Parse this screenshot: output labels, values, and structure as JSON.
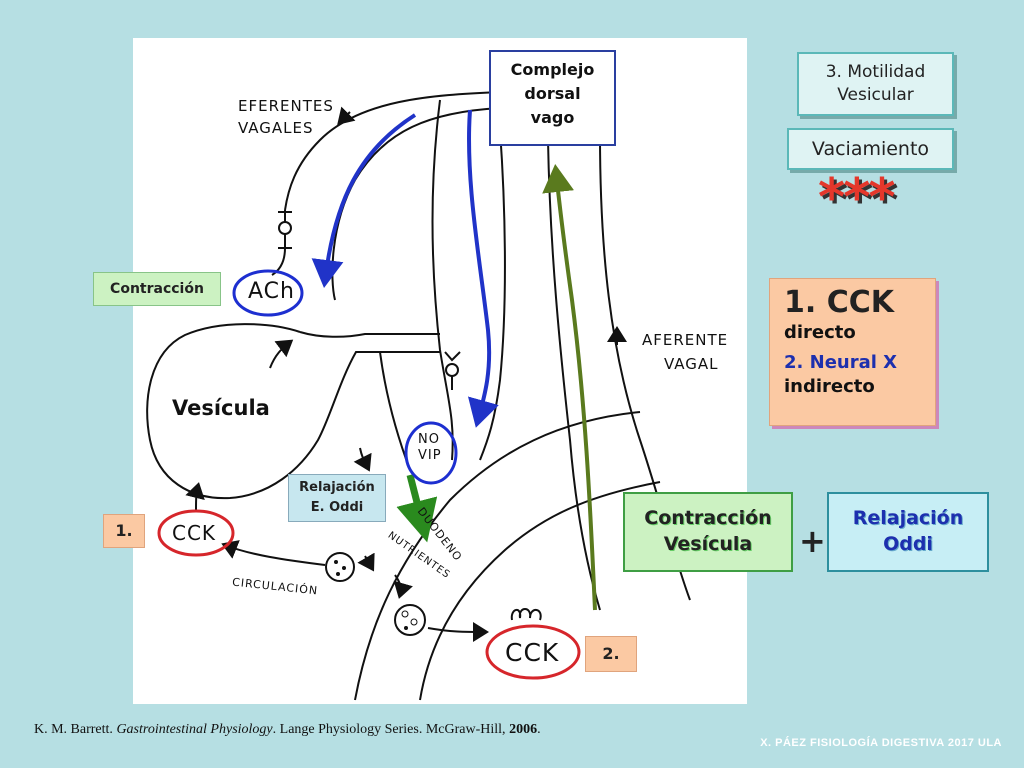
{
  "boxes": {
    "complejo": [
      "Complejo",
      "dorsal",
      "vago"
    ],
    "motilidad": [
      "3. Motilidad",
      "Vesicular"
    ],
    "vaciamiento": "Vaciamiento",
    "stars": "***",
    "cck_box": {
      "title": "1. CCK",
      "directo": "directo",
      "neural": "2. Neural  X",
      "indirecto": "indirecto"
    },
    "contraccion": "Contracción",
    "relajacion_e_oddi": [
      "Relajación",
      "E. Oddi"
    ],
    "contraccion_vesicula": [
      "Contracción",
      "Vesícula"
    ],
    "plus": "+",
    "relajacion_oddi": [
      "Relajación",
      "Oddi"
    ],
    "num1": "1.",
    "num2": "2."
  },
  "handwritten": {
    "eferentes": [
      "EFERENTES",
      "VAGALES"
    ],
    "aferente": [
      "AFERENTE",
      "VAGAL"
    ],
    "ach": "ACh",
    "no": "NO",
    "vip": "VIP",
    "cck_top": "CCK",
    "cck_bottom": "CCK",
    "duodeno": "DUODENO",
    "nutrientes": "NUTRIENTES",
    "circulacion": "CIRCULACIÓN"
  },
  "labels": {
    "vesicula": "Vesícula"
  },
  "citation": {
    "pre": "K. M. Barrett. ",
    "title": "Gastrointestinal Physiology",
    "post": ". Lange Physiology Series. McGraw-Hill, ",
    "year": "2006",
    "end": "."
  },
  "footer": "X. PÁEZ   FISIOLOGÍA DIGESTIVA 2017  ULA",
  "colors": {
    "background": "#b6dfe3",
    "efferent_arrow": "#2033c8",
    "afferent_arrow": "#5a7a1e",
    "green_arrow": "#2a8a1e",
    "ring_blue": "#1d2fd0",
    "ring_red": "#d6262b",
    "stars": "#e4372b"
  }
}
